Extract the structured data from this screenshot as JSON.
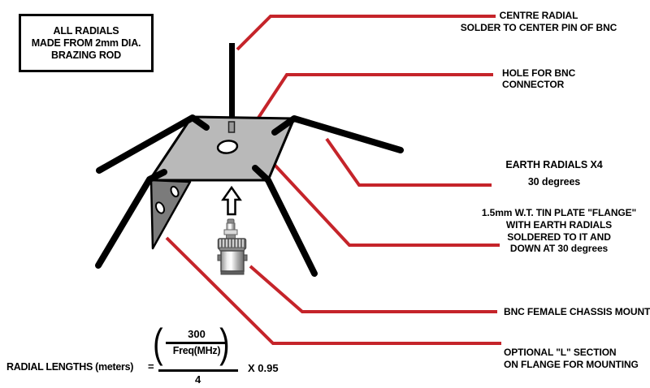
{
  "colors": {
    "callout_red": "#c5242a",
    "plate_gray": "#b9b9b9",
    "l_section_gray": "#7b7b7b",
    "diagram_black": "#000000"
  },
  "note_box": {
    "line1": "ALL RADIALS",
    "line2": "MADE FROM 2mm DIA.",
    "line3": "BRAZING ROD"
  },
  "callouts": {
    "centre_radial": {
      "line1": "CENTRE RADIAL",
      "line2": "SOLDER TO CENTER PIN OF BNC"
    },
    "bnc_hole": {
      "line1": "HOLE FOR BNC",
      "line2": "CONNECTOR"
    },
    "earth_radials": {
      "line1": "EARTH RADIALS X4",
      "line2": "30 degrees"
    },
    "flange": {
      "line1": "1.5mm W.T. TIN PLATE \"FLANGE\"",
      "line2": "WITH EARTH RADIALS",
      "line3": "SOLDERED TO IT AND",
      "line4": "DOWN AT 30 degrees"
    },
    "bnc_mount": {
      "line1": "BNC FEMALE CHASSIS MOUNT"
    },
    "optional_l": {
      "line1": "OPTIONAL \"L\" SECTION",
      "line2": "ON FLANGE FOR MOUNTING"
    }
  },
  "formula": {
    "lhs": "RADIAL LENGTHS (meters)",
    "equals": "=",
    "open_paren": "(",
    "close_paren": ")",
    "inner_numerator": "300",
    "inner_denominator": "Freq(MHz)",
    "outer_denominator": "4",
    "multiplier": "X 0.95"
  }
}
